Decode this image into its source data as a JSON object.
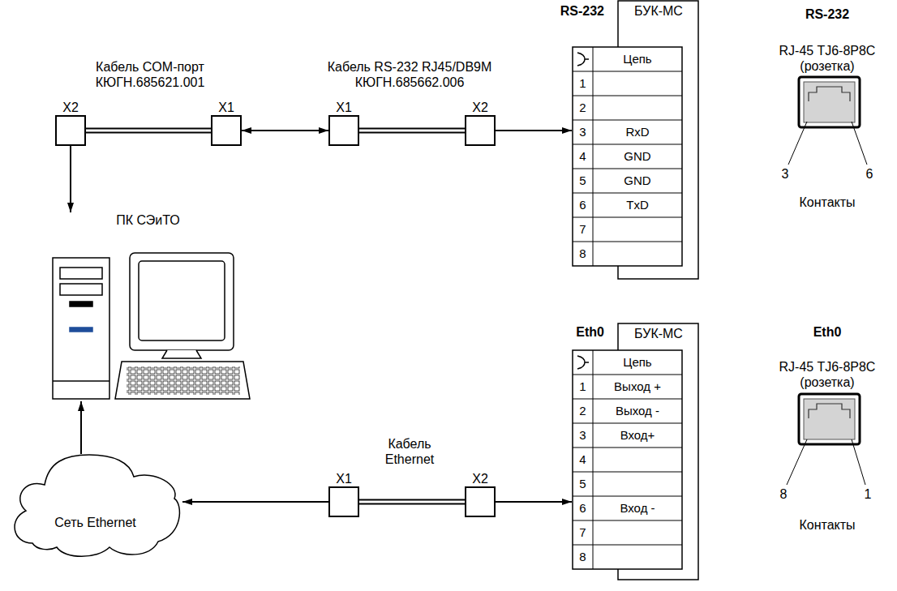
{
  "diagram": {
    "nodes": [
      {
        "text": [
          "X2"
        ]
      },
      {
        "text": [
          "X1"
        ]
      },
      {
        "text": [
          "X1"
        ]
      },
      {
        "text": [
          "X2"
        ]
      },
      {
        "text": [
          "RS-232",
          "БУК-МС"
        ]
      },
      {
        "text": [
          "ПК СЭиТО"
        ]
      },
      {
        "text": [
          "Сеть Ethernet"
        ]
      },
      {
        "text": [
          "X1"
        ]
      },
      {
        "text": [
          "X2"
        ]
      },
      {
        "text": [
          "Eth0",
          "БУК-МС"
        ]
      }
    ],
    "edges": [
      {
        "from": 0,
        "to": 1,
        "arrow": "none"
      },
      {
        "from": 1,
        "to": 2,
        "arrow": "both"
      },
      {
        "from": 2,
        "to": 3,
        "arrow": "none"
      },
      {
        "from": 3,
        "to": 4,
        "arrow": "to"
      },
      {
        "from": 0,
        "to": 5,
        "arrow": "to"
      },
      {
        "from": 6,
        "to": 5,
        "arrow": "to"
      },
      {
        "from": 7,
        "to": 6,
        "arrow": "to"
      },
      {
        "from": 7,
        "to": 8,
        "arrow": "none"
      },
      {
        "from": 8,
        "to": 9,
        "arrow": "to"
      }
    ],
    "labels": [
      "Кабель COM-порт КЮГН.685621.001",
      "Кабель RS-232 RJ45/DB9M КЮГН.685662.006",
      "Цепь",
      "1",
      "2",
      "3",
      "4",
      "5",
      "6",
      "7",
      "8",
      "RxD",
      "GND",
      "GND",
      "TxD",
      "RS-232",
      "RJ-45 TJ6-8P8C (розетка)",
      "3",
      "6",
      "Контакты",
      "Кабель Ethernet",
      "Цепь",
      "1",
      "2",
      "3",
      "4",
      "5",
      "6",
      "7",
      "8",
      "Выход +",
      "Выход -",
      "Вход+",
      "Вход -",
      "Eth0",
      "RJ-45 TJ6-8P8C (розетка)",
      "8",
      "1",
      "Контакты"
    ]
  }
}
